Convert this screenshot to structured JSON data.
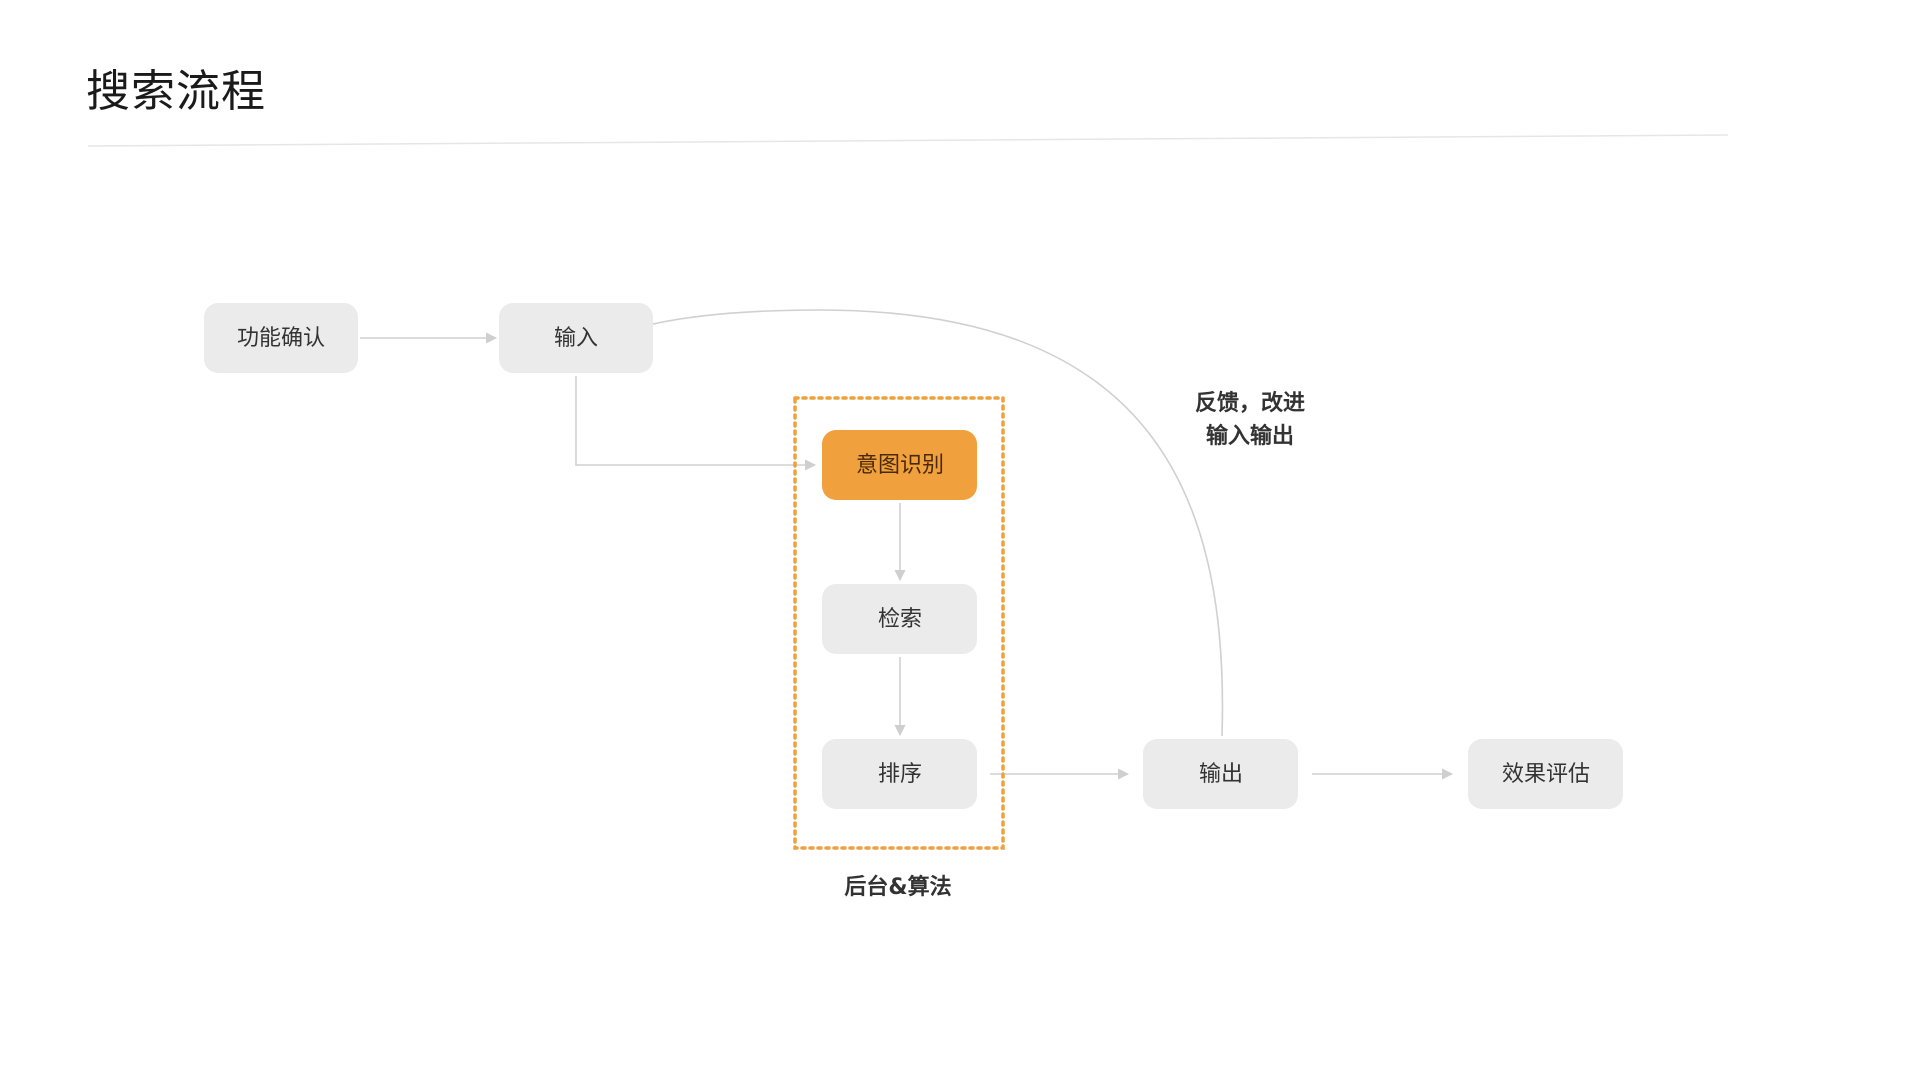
{
  "page": {
    "title": "搜索流程"
  },
  "colors": {
    "node_fill": "#ebebeb",
    "active_fill": "#f0a03c",
    "connector": "#d0d0d0",
    "group_border": "#f0a03c",
    "divider": "#e6e6e6"
  },
  "nodes": {
    "function_confirm": "功能确认",
    "input": "输入",
    "intent_recognition": "意图识别",
    "retrieval": "检索",
    "ranking": "排序",
    "output": "输出",
    "effect_evaluation": "效果评估"
  },
  "annotations": {
    "feedback_line1": "反馈，改进",
    "feedback_line2": "输入输出",
    "group_label": "后台&算法"
  }
}
